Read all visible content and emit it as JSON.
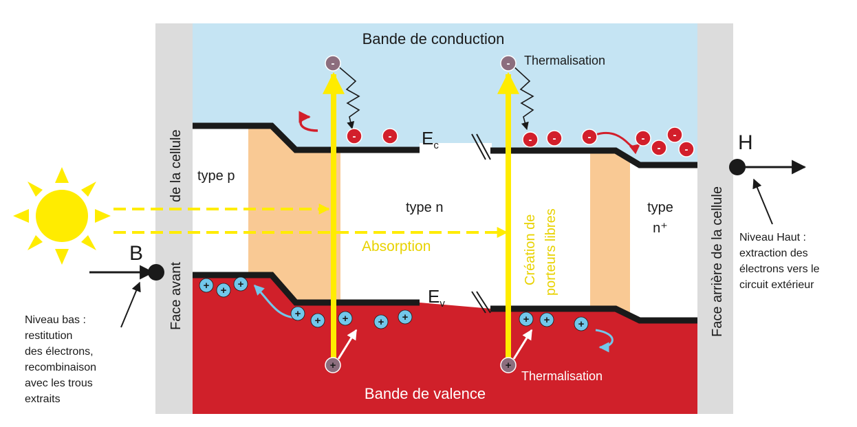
{
  "labels": {
    "conduction_band": "Bande de conduction",
    "valence_band": "Bande de valence",
    "thermalisation_top": "Thermalisation",
    "thermalisation_bottom": "Thermalisation",
    "ec_letter": "E",
    "ec_sub": "c",
    "ev_letter": "E",
    "ev_sub": "v",
    "type_p": "type p",
    "type_n": "type n",
    "type_nplus_1": "type",
    "type_nplus_2": "n⁺",
    "absorption": "Absorption",
    "creation_line1": "Création de",
    "creation_line2": "porteurs libres",
    "front_face_line1": "de la cellule",
    "front_face_line2": "Face avant",
    "back_face": "Face arrière de la cellule",
    "point_b": "B",
    "point_h": "H",
    "low_level": [
      "Niveau bas :",
      "restitution",
      "des électrons,",
      "recombinaison",
      "avec les trous",
      "extraits"
    ],
    "high_level": [
      "Niveau Haut :",
      "extraction des",
      "électrons vers le",
      "circuit extérieur"
    ],
    "electron_sign": "-",
    "hole_sign": "+"
  },
  "colors": {
    "conduction_bg": "#c5e4f3",
    "valence_bg": "#d0202a",
    "junction": "#f9c994",
    "face": "#dcdcdc",
    "band_edge": "#1a1a1a",
    "photon": "#ffec00",
    "sun": "#ffec00",
    "electron": "#d21f2b",
    "hole": "#72c7ea",
    "excited_carrier": "#8c6e7e",
    "label_yellow": "#e8d200"
  },
  "icons": [
    "sun-icon",
    "electron-icon",
    "hole-icon",
    "break-mark-icon"
  ]
}
